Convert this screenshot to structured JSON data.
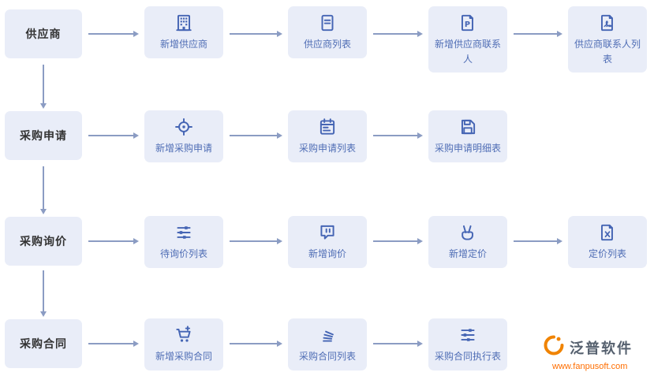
{
  "colors": {
    "node_bg": "#e9edf8",
    "node_text": "#4f6db5",
    "icon_blue": "#4565b4",
    "arrow": "#8b9cc3",
    "label_text": "#333333",
    "logo_orange": "#f08300",
    "logo_url_orange": "#ff6e00",
    "logo_text": "#55606e"
  },
  "rows": [
    {
      "label": "供应商",
      "nodes": [
        {
          "label": "新增供应商",
          "icon": "building-icon"
        },
        {
          "label": "供应商列表",
          "icon": "document-icon"
        },
        {
          "label": "新增供应商联系人",
          "icon": "document-p-icon"
        },
        {
          "label": "供应商联系人列表",
          "icon": "pdf-file-icon"
        }
      ]
    },
    {
      "label": "采购申请",
      "nodes": [
        {
          "label": "新增采购申请",
          "icon": "crosshair-icon"
        },
        {
          "label": "采购申请列表",
          "icon": "form-list-icon"
        },
        {
          "label": "采购申请明细表",
          "icon": "floppy-disk-icon"
        }
      ]
    },
    {
      "label": "采购询价",
      "nodes": [
        {
          "label": "待询价列表",
          "icon": "sliders-icon"
        },
        {
          "label": "新增询价",
          "icon": "chat-icon"
        },
        {
          "label": "新增定价",
          "icon": "victory-hand-icon"
        },
        {
          "label": "定价列表",
          "icon": "excel-file-icon"
        }
      ]
    },
    {
      "label": "采购合同",
      "nodes": [
        {
          "label": "新增采购合同",
          "icon": "cart-plus-icon"
        },
        {
          "label": "采购合同列表",
          "icon": "stack-icon"
        },
        {
          "label": "采购合同执行表",
          "icon": "sliders-icon"
        }
      ]
    }
  ],
  "logo": {
    "name": "泛普软件",
    "url": "www.fanpusoft.com"
  }
}
